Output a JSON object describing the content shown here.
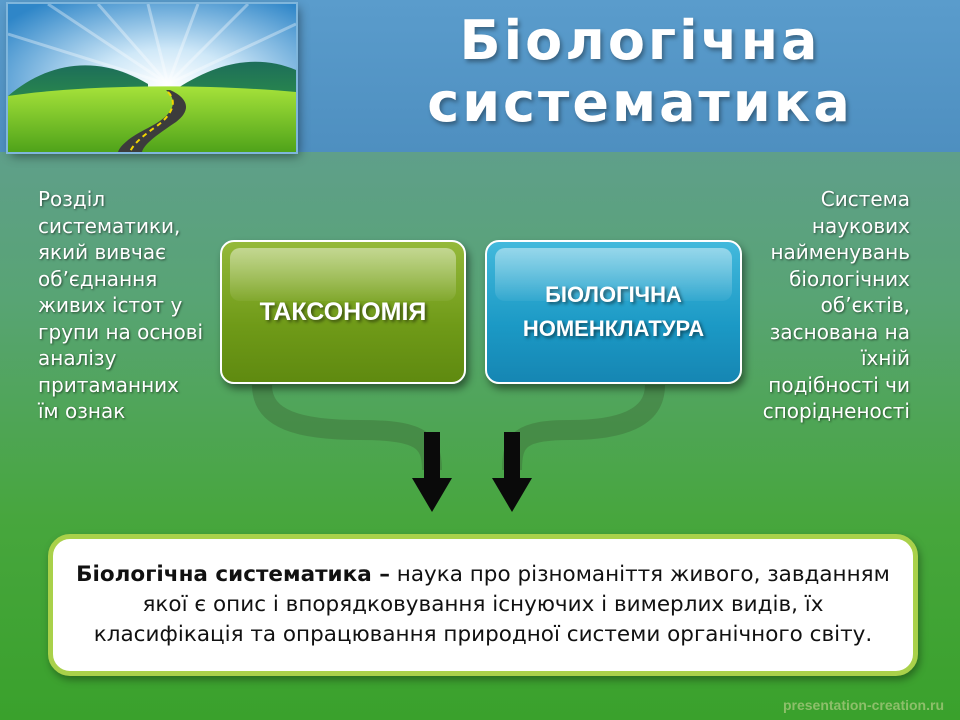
{
  "header": {
    "title_line1": "Біологічна",
    "title_line2": "систематика",
    "image_description_icon": "landscape-road-image"
  },
  "left_note": {
    "lines": [
      "Розділ",
      "систематики,",
      "який вивчає",
      "об’єднання",
      "живих істот у",
      "групи на основі",
      "аналізу",
      "притаманних",
      "їм ознак"
    ]
  },
  "right_note": {
    "lines": [
      "Система",
      "наукових",
      "найменувань",
      "біологічних",
      "об’єктів,",
      "заснована на",
      "їхній",
      "подібності чи",
      "спорідненості"
    ]
  },
  "boxes": {
    "taxonomy": "ТАКСОНОМІЯ",
    "nomenclature_line1": "БІОЛОГІЧНА",
    "nomenclature_line2": "НОМЕНКЛАТУРА"
  },
  "definition": {
    "term": "Біологічна систематика –",
    "text": " наука про різноманіття живого, завданням якої є опис і впорядковування існуючих і вимерлих видів, їх класифікація та опрацювання природної системи органічного світу."
  },
  "watermark": "presentation-creation.ru",
  "colors": {
    "header_blue": "#4e8fc0",
    "taxonomy_green": "#6f9a18",
    "nomenclature_blue": "#1b99c5",
    "definition_border": "#a9d14a"
  }
}
